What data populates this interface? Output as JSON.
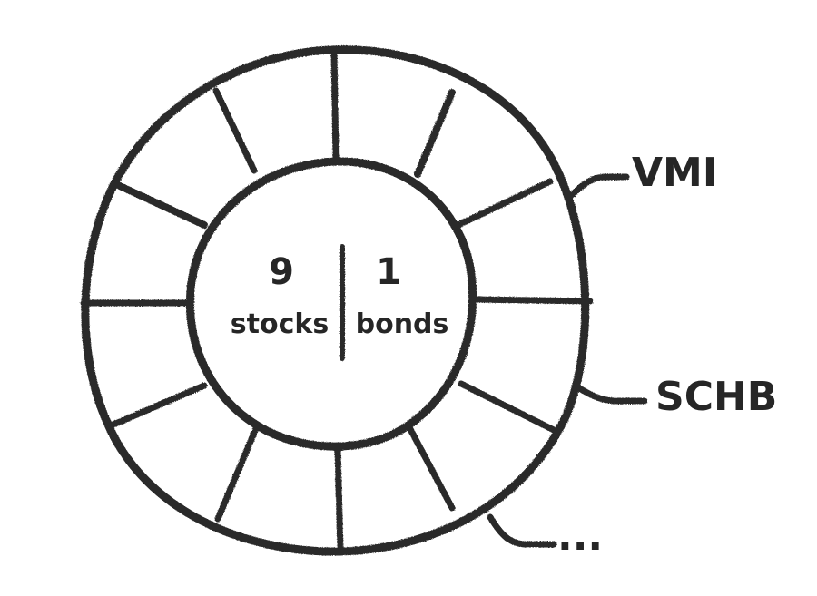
{
  "diagram": {
    "center": {
      "left_count": "9",
      "left_label": "stocks",
      "right_count": "1",
      "right_label": "bonds"
    },
    "callouts": [
      {
        "text": "VMI"
      },
      {
        "text": "SCHB"
      },
      {
        "text": "..."
      }
    ],
    "ink_color": "#2a2a2a"
  }
}
